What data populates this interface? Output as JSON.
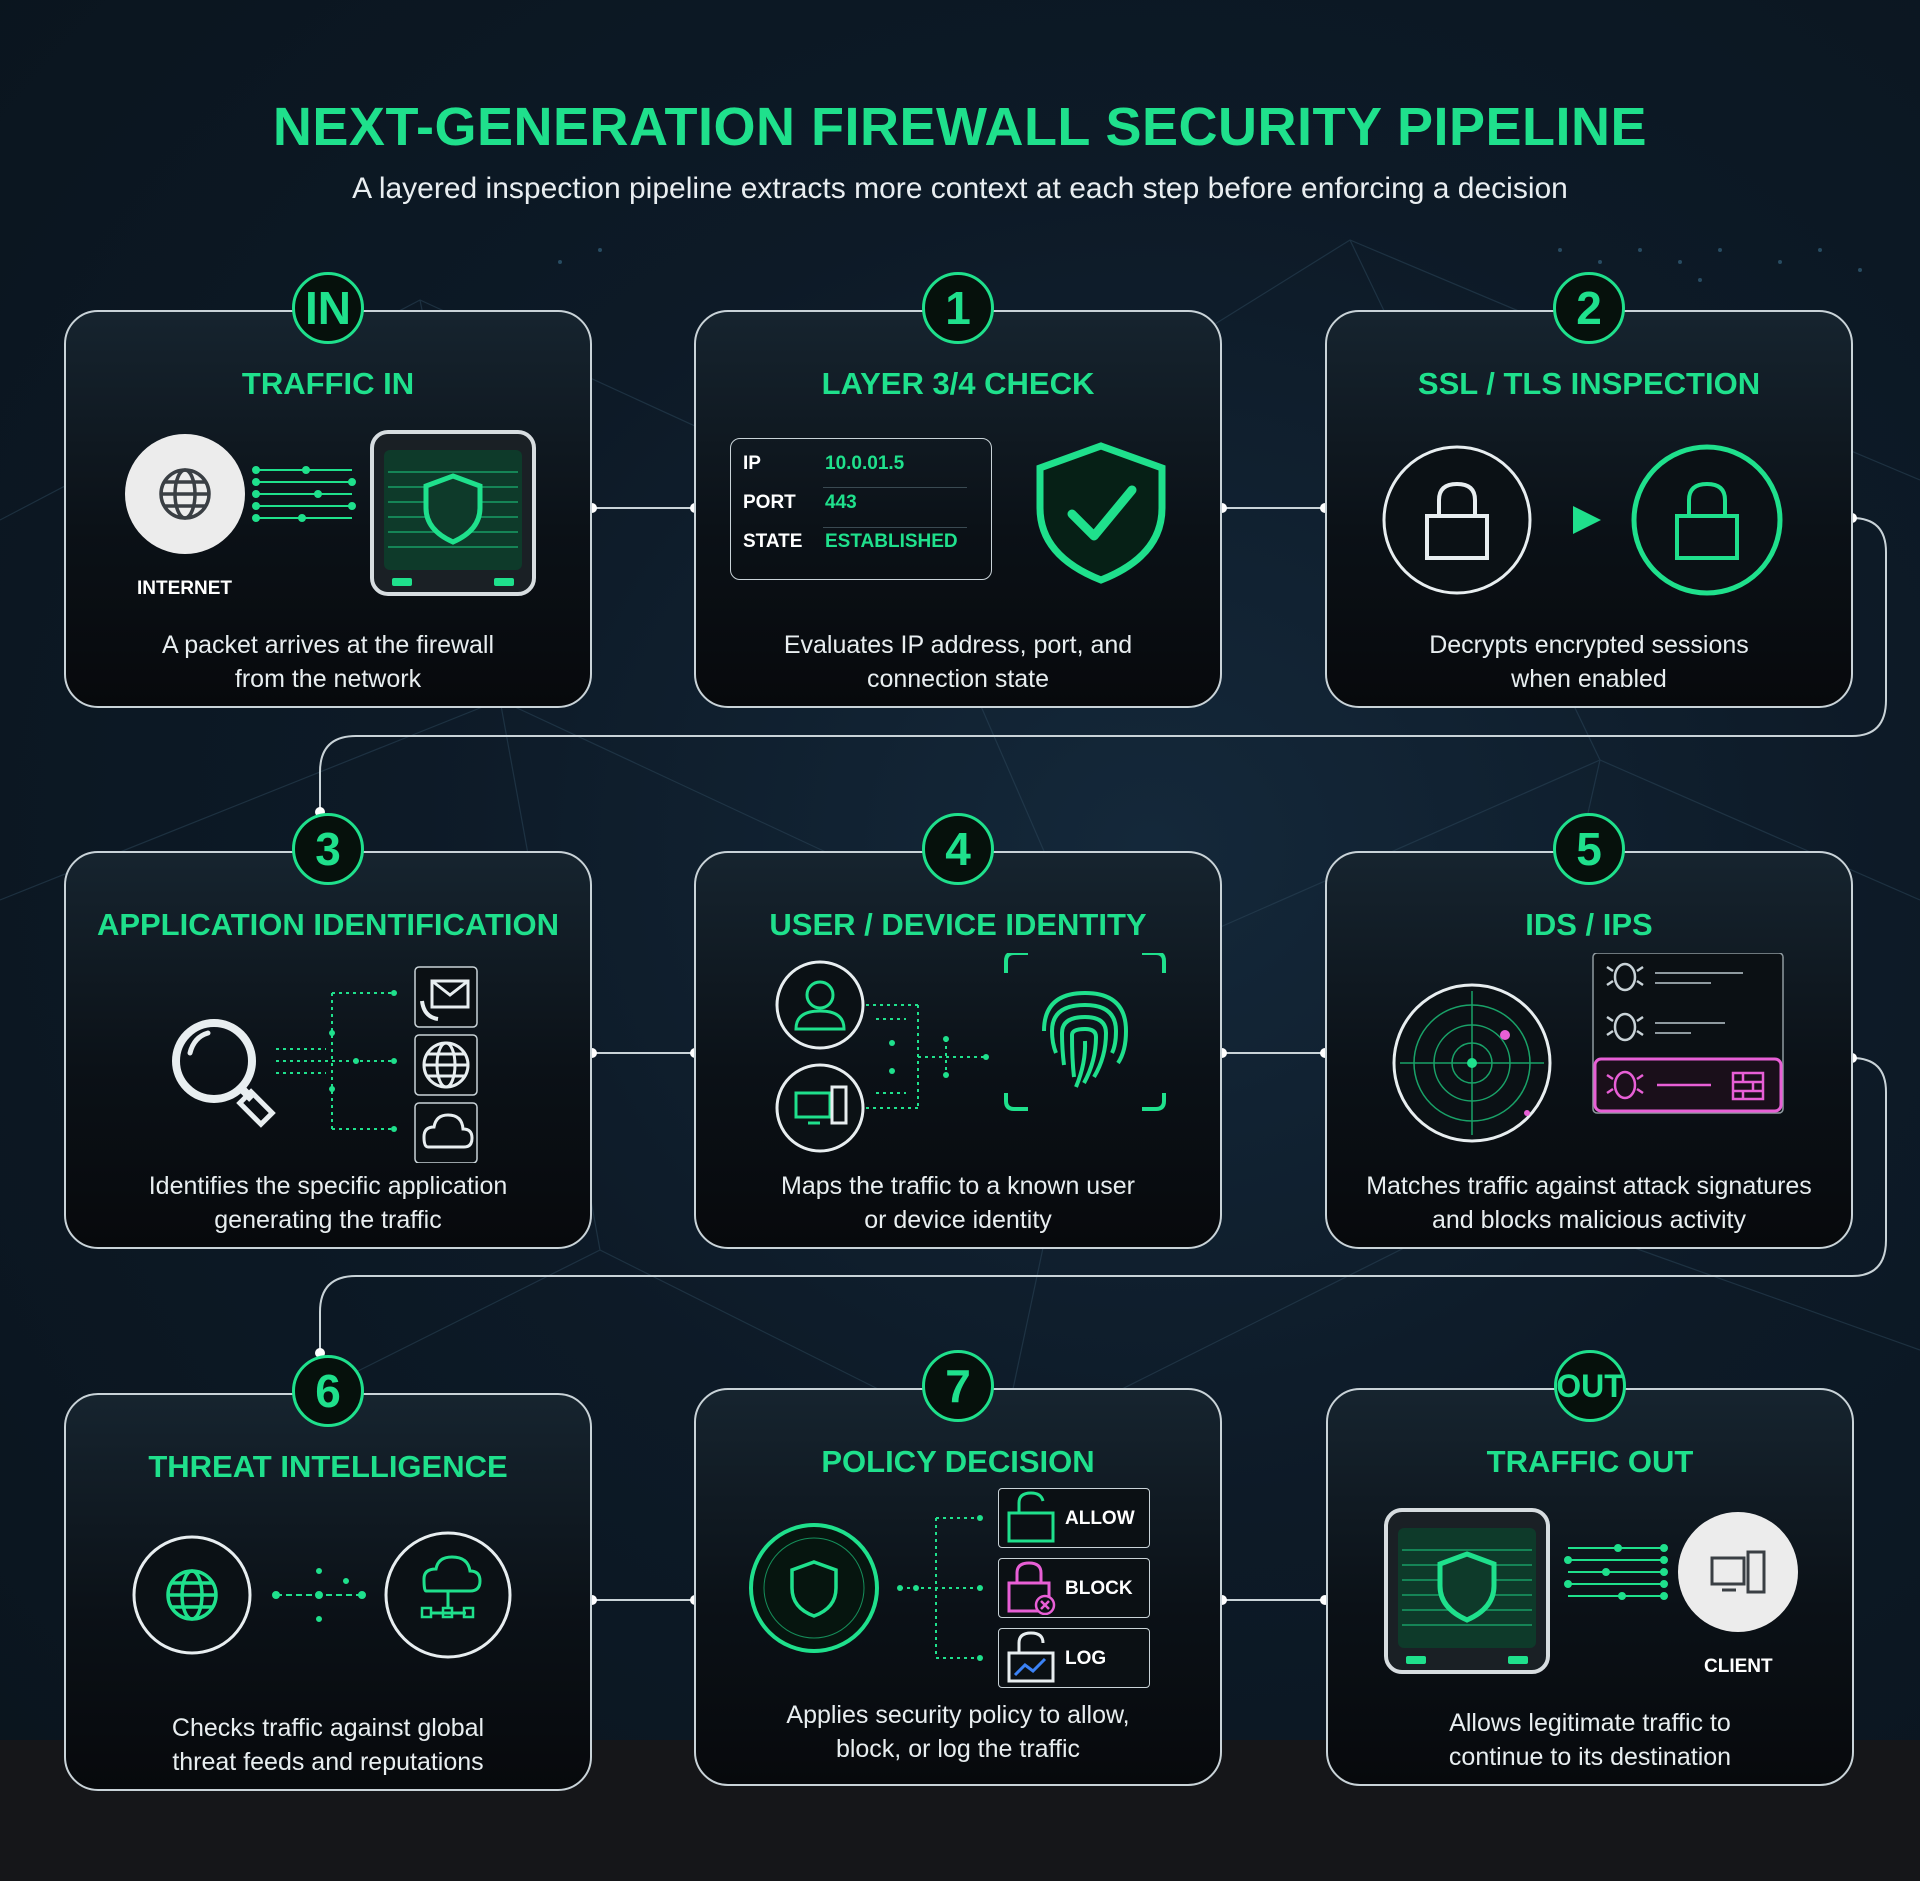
{
  "title": "NEXT-GENERATION FIREWALL SECURITY PIPELINE",
  "subtitle": "A layered inspection pipeline extracts more context at each step before enforcing a decision",
  "colors": {
    "accent": "#1fe08c",
    "alert": "#e85fd6",
    "border": "#c9d3d8",
    "background": "#0d1a27"
  },
  "stages": [
    {
      "badge": "IN",
      "title": "TRAFFIC IN",
      "description": "A packet arrives at the firewall\nfrom the network",
      "label": "INTERNET",
      "icons": [
        "globe-icon",
        "firewall-appliance-icon"
      ]
    },
    {
      "badge": "1",
      "title": "LAYER 3/4 CHECK",
      "description": "Evaluates IP address, port, and\nconnection state",
      "fields": [
        {
          "key": "IP",
          "value": "10.0.01.5"
        },
        {
          "key": "PORT",
          "value": "443"
        },
        {
          "key": "STATE",
          "value": "ESTABLISHED"
        }
      ],
      "icons": [
        "shield-check-icon"
      ]
    },
    {
      "badge": "2",
      "title": "SSL / TLS INSPECTION",
      "description": "Decrypts encrypted sessions\nwhen enabled",
      "icons": [
        "lock-icon",
        "play-arrow-icon",
        "lock-icon"
      ]
    },
    {
      "badge": "3",
      "title": "APPLICATION IDENTIFICATION",
      "description": "Identifies the specific application\ngenerating the traffic",
      "icons": [
        "magnifier-icon",
        "phone-mail-icon",
        "globe-icon",
        "cloud-icon"
      ]
    },
    {
      "badge": "4",
      "title": "USER / DEVICE IDENTITY",
      "description": "Maps the traffic to a known user\nor device identity",
      "icons": [
        "user-icon",
        "device-icon",
        "fingerprint-icon"
      ]
    },
    {
      "badge": "5",
      "title": "IDS / IPS",
      "description": "Matches traffic against attack signatures\nand blocks malicious activity",
      "icons": [
        "radar-icon",
        "bug-icon",
        "bug-icon",
        "bug-icon",
        "firewall-icon"
      ]
    },
    {
      "badge": "6",
      "title": "THREAT INTELLIGENCE",
      "description": "Checks traffic against global\nthreat feeds and reputations",
      "icons": [
        "globe-icon",
        "cloud-network-icon"
      ]
    },
    {
      "badge": "7",
      "title": "POLICY DECISION",
      "description": "Applies security policy to allow,\nblock, or log the traffic",
      "options": [
        {
          "label": "ALLOW",
          "icon": "unlock-icon"
        },
        {
          "label": "BLOCK",
          "icon": "lock-blocked-icon"
        },
        {
          "label": "LOG",
          "icon": "log-chart-icon"
        }
      ],
      "icons": [
        "shield-icon"
      ]
    },
    {
      "badge": "OUT",
      "title": "TRAFFIC OUT",
      "description": "Allows legitimate traffic to\ncontinue to its destination",
      "label": "CLIENT",
      "icons": [
        "firewall-appliance-icon",
        "client-device-icon"
      ]
    }
  ]
}
